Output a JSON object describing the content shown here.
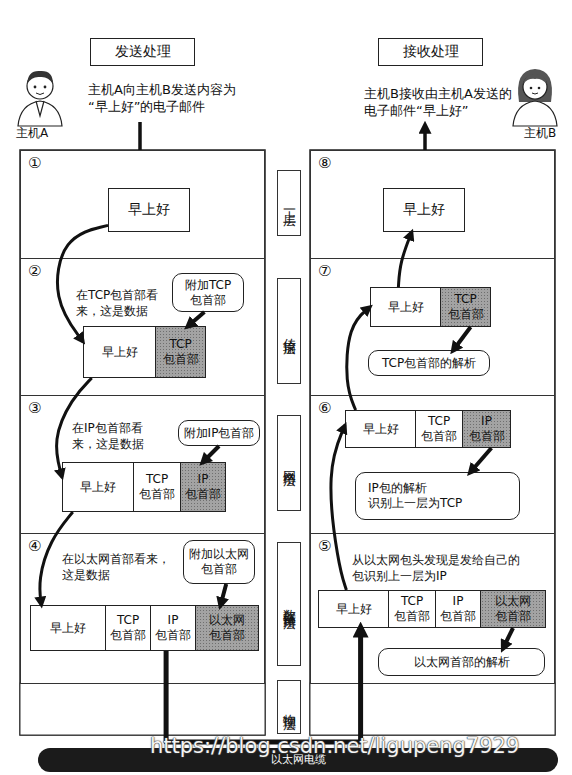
{
  "diagram": {
    "nodes": [
      {
        "text": [
          "发送处理"
        ]
      },
      {
        "text": [
          "接收处理"
        ]
      },
      {
        "text": [
          "①"
        ]
      },
      {
        "text": [
          "早上好"
        ],
        "in": 2
      },
      {
        "text": [
          "②"
        ]
      },
      {
        "text": [
          "附加TCP 包首部"
        ],
        "in": 4
      },
      {
        "text": [
          "早上好"
        ],
        "in": 4
      },
      {
        "text": [
          "TCP 包首部"
        ],
        "in": 4
      },
      {
        "text": [
          "③"
        ]
      },
      {
        "text": [
          "附加IP包首部"
        ],
        "in": 8
      },
      {
        "text": [
          "早上好"
        ],
        "in": 8
      },
      {
        "text": [
          "TCP 包首部"
        ],
        "in": 8
      },
      {
        "text": [
          "IP 包首部"
        ],
        "in": 8
      },
      {
        "text": [
          "④"
        ]
      },
      {
        "text": [
          "附加以太网 包首部"
        ],
        "in": 13
      },
      {
        "text": [
          "早上好"
        ],
        "in": 13
      },
      {
        "text": [
          "TCP 包首部"
        ],
        "in": 13
      },
      {
        "text": [
          "IP 包首部"
        ],
        "in": 13
      },
      {
        "text": [
          "以太网 包首部"
        ],
        "in": 13
      },
      {
        "text": [
          "上一层"
        ]
      },
      {
        "text": [
          "传输层"
        ]
      },
      {
        "text": [
          "网络层"
        ]
      },
      {
        "text": [
          "数据链路层"
        ]
      },
      {
        "text": [
          "物理层"
        ]
      },
      {
        "text": [
          "⑧"
        ]
      },
      {
        "text": [
          "早上好"
        ],
        "in": 24
      },
      {
        "text": [
          "⑦"
        ]
      },
      {
        "text": [
          "早上好"
        ],
        "in": 26
      },
      {
        "text": [
          "TCP 包首部"
        ],
        "in": 26
      },
      {
        "text": [
          "TCP包首部的解析"
        ],
        "in": 26
      },
      {
        "text": [
          "⑥"
        ]
      },
      {
        "text": [
          "早上好"
        ],
        "in": 30
      },
      {
        "text": [
          "TCP 包首部"
        ],
        "in": 30
      },
      {
        "text": [
          "IP 包首部"
        ],
        "in": 30
      },
      {
        "text": [
          "IP包的解析 识别上一层为TCP"
        ],
        "in": 30
      },
      {
        "text": [
          "⑤"
        ]
      },
      {
        "text": [
          "早上好"
        ],
        "in": 35
      },
      {
        "text": [
          "TCP 包首部"
        ],
        "in": 35
      },
      {
        "text": [
          "IP 包首部"
        ],
        "in": 35
      },
      {
        "text": [
          "以太网 包首部"
        ],
        "in": 35
      },
      {
        "text": [
          "以太网首部的解析"
        ],
        "in": 35
      },
      {
        "text": [
          "以太网电缆"
        ]
      }
    ],
    "edges": [
      {
        "from": 3,
        "to": 6,
        "arrow": "to"
      },
      {
        "from": 6,
        "to": 10,
        "arrow": "to"
      },
      {
        "from": 10,
        "to": 15,
        "arrow": "to"
      },
      {
        "from": 17,
        "to": 36,
        "arrow": "to"
      },
      {
        "from": 36,
        "to": 31,
        "arrow": "to"
      },
      {
        "from": 31,
        "to": 27,
        "arrow": "to"
      },
      {
        "from": 27,
        "to": 25,
        "arrow": "to"
      },
      {
        "from": 5,
        "to": 7,
        "arrow": "to"
      },
      {
        "from": 9,
        "to": 12,
        "arrow": "to"
      },
      {
        "from": 14,
        "to": 18,
        "arrow": "to"
      },
      {
        "from": 28,
        "to": 29,
        "arrow": "to"
      },
      {
        "from": 33,
        "to": 34,
        "arrow": "to"
      },
      {
        "from": 39,
        "to": 40,
        "arrow": "to"
      }
    ],
    "labels": [
      "主机A向主机B发送内容为 “早上好”的电子邮件",
      "主机A",
      "主机B接收由主机A发送的 电子邮件“早上好”",
      "主机B",
      "在TCP包首部看 来，这是数据",
      "在IP包首部看 来，这是数据",
      "在以太网首部看来， 这是数据",
      "从以太网包头发现是发给自己的 包识别上一层为IP",
      "https://blog.csdn.net/ligupeng7929"
    ]
  }
}
